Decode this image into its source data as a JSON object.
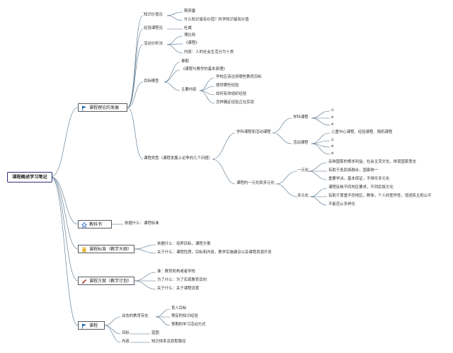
{
  "root": "课程概述学习笔记",
  "topics": {
    "t1": "课程理论的发展",
    "t2": "教科书",
    "t3": "课程标准（教学大纲）",
    "t4": "课程方案（教学计划）",
    "t5": "课程"
  },
  "b1": {
    "zhishi": "知识价值论",
    "zhishi_a": "斯宾塞",
    "zhishi_b": "什么知识最有价值？科学知识最有价值",
    "jingyan": "经验课程论",
    "jingyan_a": "杜威",
    "huodong": "活动分析法",
    "huodong_a": "博比特",
    "huodong_b": "《课程》",
    "huodong_c": "内容：人的社会生活分为十类",
    "mubiao": "目标模型",
    "mubiao_a": "泰勒",
    "mubiao_b": "《课程与教学的基本原理》",
    "zhuyao": "主要内容",
    "zhuyao_1": "学校应该达到哪些教育目标",
    "zhuyao_2": "提供哪些经验",
    "zhuyao_3": "如何有效组织经验",
    "zhuyao_4": "怎样确定经验正在实现",
    "leixing": "课程类型（课程发展上论争的几个问题）",
    "xueke_huodong": "学科课程和活动课程",
    "xueke": "学科课程",
    "xueke_1": "ü",
    "xueke_2": "è",
    "xueke_3": "é",
    "huodong_kc": "活动课程",
    "huodong_kc_1": "儿童中心课程、经验课程、随机课程",
    "huodong_kc_2": "ü",
    "huodong_kc_3": "è",
    "huodong_kc_4": "é",
    "yiyuan_duoyuan": "课程的一元化和多元化",
    "yiyuan": "一元化",
    "yiyuan_1": "反映国家的根本利益，社会主流文化，体现国家意志",
    "yiyuan_2": "有助于各民族融合，国家统一",
    "yiyuan_3": "重要学派，基本保证，不排斥多元化",
    "duoyuan": "多元化",
    "duoyuan_1": "课程反映不同地区要求，不同民族文化",
    "duoyuan_2": "有助于尊重不同地区，群体，个人的差异性，增进民主和公平",
    "duoyuan_3": "不能否认多样化"
  },
  "b2": {
    "a": "依据什么：课程标准"
  },
  "b3": {
    "a": "依据什么：培养目标，课程方案",
    "b": "关于什么：课程性质，目标和内容，教学实施建议以及课程资源开发"
  },
  "b4": {
    "a": "谁：教育机构或者学校",
    "b": "为了什么：为了实现教育目的",
    "c": "关于什么：关于课程设置"
  },
  "b5": {
    "dongtai": "动态的教育存在",
    "dongtai_1": "育人目标",
    "dongtai_2": "预定的知识经验",
    "dongtai_3": "预期的学习活动方式",
    "mubiao": "目标",
    "mubiao_a": "蓝图",
    "neirong": "内容",
    "neirong_a": "知识体系及获取路径"
  },
  "colors": {
    "line": "#4f6f88",
    "root_border": "#2b2f7a",
    "flag": "#1b64b0",
    "star": "#2a6fcf",
    "book": "#e8b42a",
    "pencil": "#c4452e"
  },
  "icons": {
    "t1": "flag-icon",
    "t2": "star-icon",
    "t3": "book-icon",
    "t4": "pencil-icon",
    "t5": "flag-icon"
  }
}
